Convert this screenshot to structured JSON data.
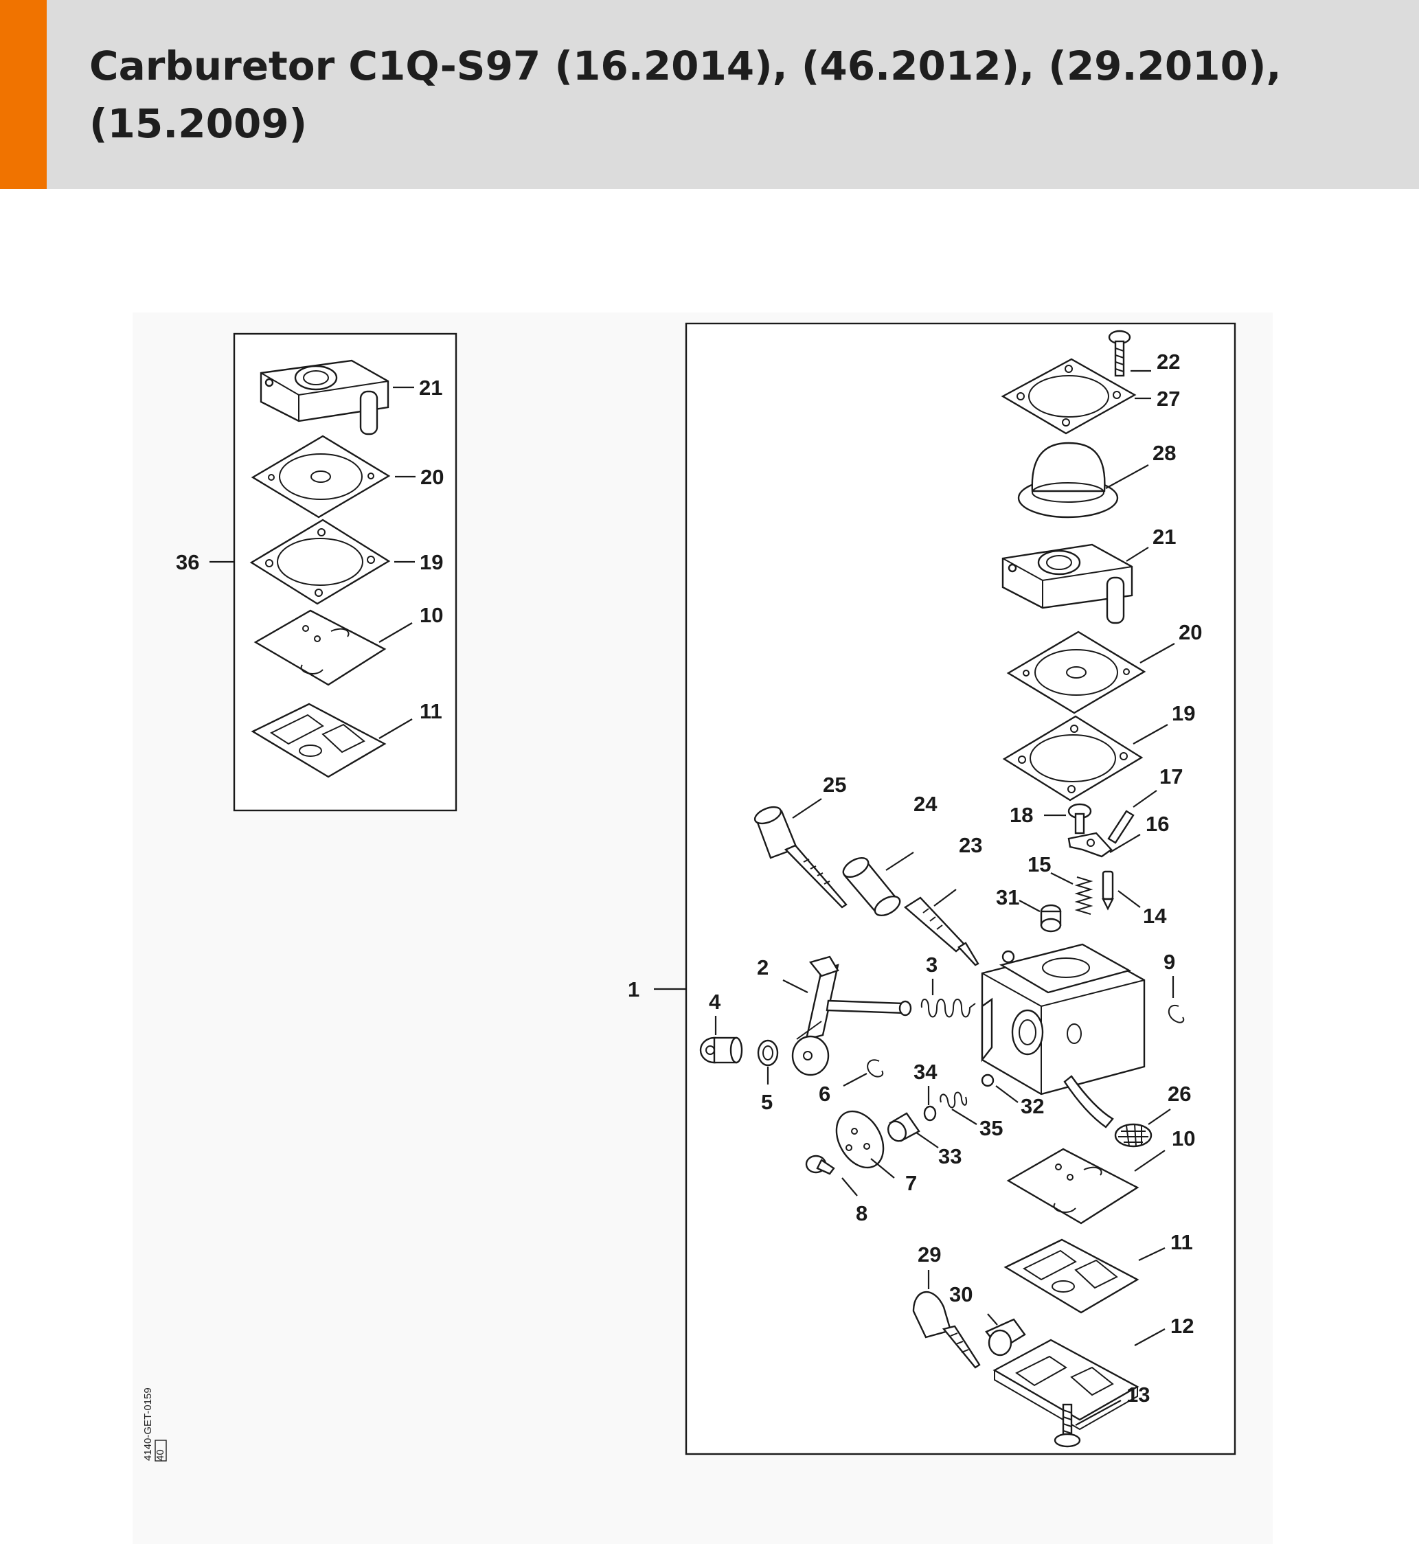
{
  "header": {
    "title": "Carburetor C1Q-S97 (16.2014), (46.2012), (29.2010), (15.2009)",
    "accent_color": "#f07300",
    "background_color": "#dcdcdc"
  },
  "diagram": {
    "reference_code": "4140-GET-0159",
    "page_number": "40",
    "kit_box": {
      "callout": "36",
      "parts": [
        "21",
        "20",
        "19",
        "10",
        "11"
      ]
    },
    "main_assembly": {
      "callout": "1",
      "parts": [
        "2",
        "3",
        "4",
        "5",
        "6",
        "7",
        "8",
        "9",
        "10",
        "11",
        "12",
        "13",
        "14",
        "15",
        "16",
        "17",
        "18",
        "19",
        "20",
        "21",
        "22",
        "23",
        "24",
        "25",
        "26",
        "27",
        "28",
        "29",
        "30",
        "31",
        "32",
        "33",
        "34",
        "35"
      ]
    }
  }
}
